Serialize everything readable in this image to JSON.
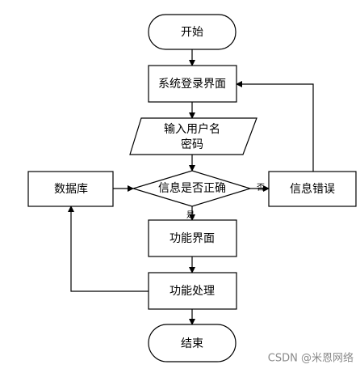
{
  "nodes": {
    "start": "开始",
    "login_ui": "系统登录界面",
    "input_line1": "输入用户名",
    "input_line2": "密码",
    "decision": "信息是否正确",
    "database": "数据库",
    "info_error": "信息错误",
    "function_ui": "功能界面",
    "function_process": "功能处理",
    "end": "结束"
  },
  "edge_labels": {
    "yes": "是",
    "no": "否"
  },
  "watermark": "CSDN @米恩网络"
}
